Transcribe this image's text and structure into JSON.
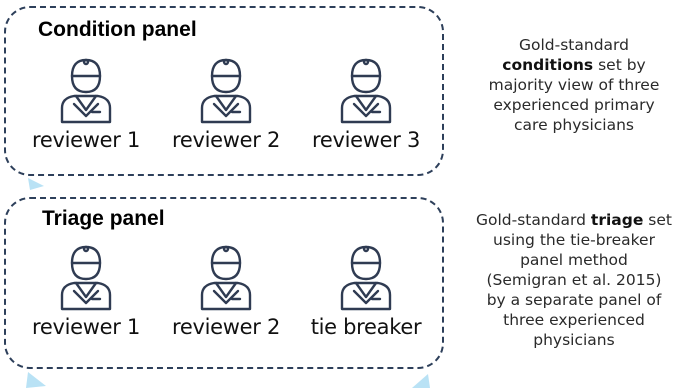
{
  "condition_panel": {
    "title": "Condition panel",
    "reviewers": [
      "reviewer 1",
      "reviewer 2",
      "reviewer 3"
    ]
  },
  "triage_panel": {
    "title": "Triage panel",
    "reviewers": [
      "reviewer 1",
      "reviewer 2",
      "tie breaker"
    ]
  },
  "condition_description": {
    "line1": "Gold-standard",
    "bold": "conditions",
    "line2_rest": " set by",
    "line3": "majority view of three",
    "line4": "experienced primary",
    "line5": "care physicians"
  },
  "triage_description": {
    "prefix": "Gold-standard ",
    "bold": "triage",
    "suffix": " set",
    "line2": "using the tie-breaker",
    "line3": "panel method",
    "line4": "(Semigran et al. 2015)",
    "line5": "by a separate panel of",
    "line6": "three experienced",
    "line7": "physicians"
  },
  "colors": {
    "panel_border": "#2d3f5a",
    "icon_stroke": "#2f3b52",
    "accent_light_blue": "#9fd3ee"
  },
  "icon_names": [
    "physician-icon"
  ]
}
